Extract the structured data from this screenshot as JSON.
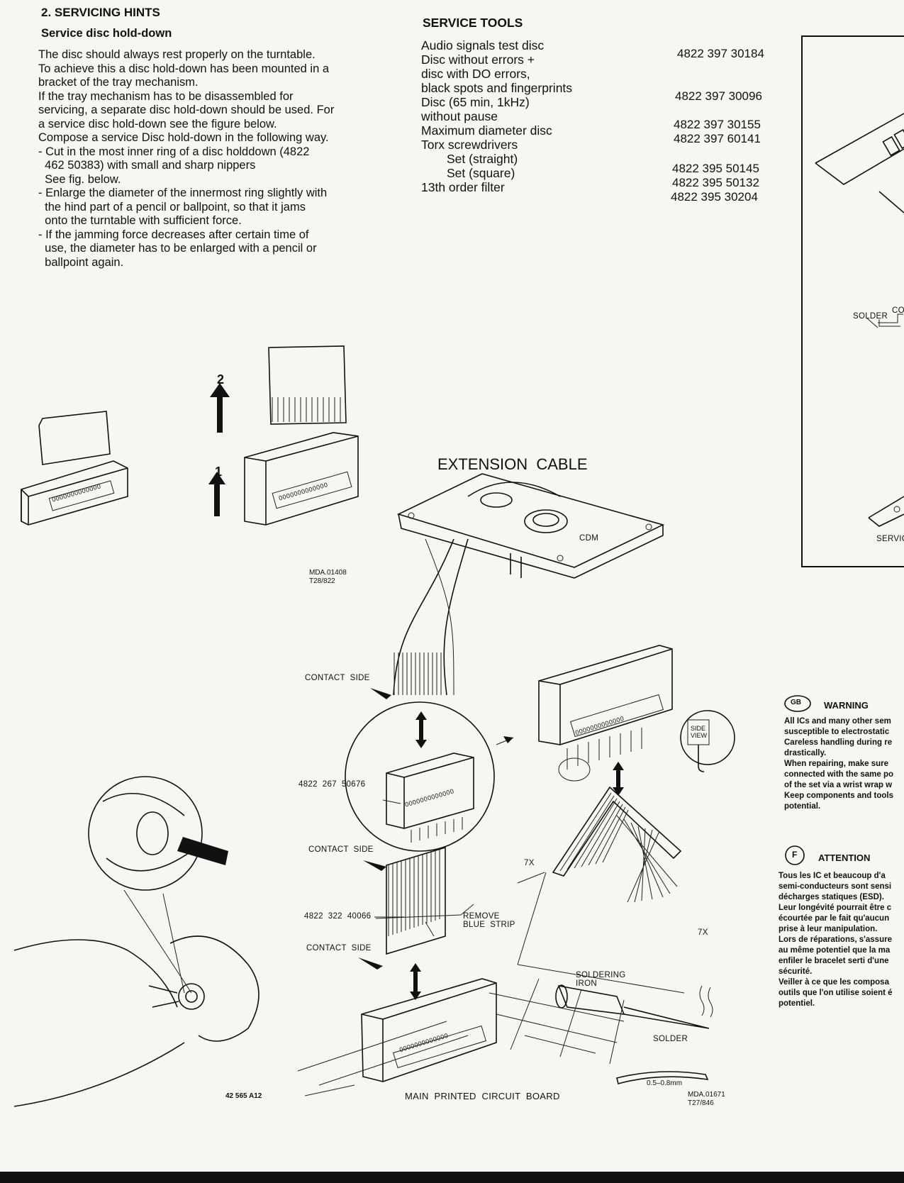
{
  "section_title": "2. SERVICING HINTS",
  "subtitle": "Service disc hold-down",
  "paragraph_lines": [
    "The disc should always rest properly on the turntable.",
    "To achieve this a disc hold-down has been mounted in a",
    "bracket of the tray mechanism.",
    "If the tray mechanism has to be disassembled for",
    "servicing, a separate disc hold-down should be used. For",
    "a service disc hold-down see the figure below.",
    "Compose a service Disc hold-down in the following way.",
    "- Cut in the most inner ring of a disc holddown (4822",
    "  462 50383) with small and sharp nippers",
    "  See fig. below.",
    "- Enlarge the diameter of the innermost ring slightly with",
    "  the hind part of a pencil or ballpoint, so that it jams",
    "  onto the turntable with sufficient force.",
    "- If the jamming force decreases after certain time of",
    "  use, the diameter has to be enlarged with a pencil or",
    "  ballpoint again."
  ],
  "service_tools": {
    "title": "SERVICE TOOLS",
    "items": [
      "Audio signals test disc",
      "Disc without errors +",
      "disc with DO errors,",
      "black spots and fingerprints",
      "Disc (65 min, 1kHz)",
      "without pause",
      "Maximum diameter disc",
      "Torx screwdrivers",
      "Set (straight)",
      "Set (square)",
      "13th order filter"
    ],
    "part_numbers": [
      "4822 397 30184",
      "4822 397 30096",
      "4822 397 30155",
      "4822 397 60141",
      "4822 395 50145",
      "4822 395 50132",
      "4822 395 30204"
    ]
  },
  "figure_labels": {
    "arrow_2": "2",
    "arrow_1": "1",
    "extension_cable": "EXTENSION  CABLE",
    "cdm": "CDM",
    "mda_top_1": "MDA.01408",
    "mda_top_2": "T28/822",
    "contact_side_1": "CONTACT  SIDE",
    "part_connector": "4822  267  50676",
    "contact_side_2": "CONTACT  SIDE",
    "part_cable": "4822  322  40066",
    "remove_1": "REMOVE",
    "remove_2": "BLUE  STRIP",
    "contact_side_3": "CONTACT  SIDE",
    "seven_x_1": "7X",
    "seven_x_2": "7X",
    "side_view_1": "SIDE",
    "side_view_2": "VIEW",
    "soldering_1": "SOLDERING",
    "soldering_2": "IRON",
    "solder": "SOLDER",
    "solder_size": "0.5–0.8mm",
    "main_pcb": "MAIN  PRINTED  CIRCUIT  BOARD",
    "doc_number": "42 565 A12",
    "mda_bottom_1": "MDA.01671",
    "mda_bottom_2": "T27/846",
    "pin_numbers": "0000000000000"
  },
  "right_panel": {
    "solder": "SOLDER",
    "co": "CO",
    "service": "SERVIC"
  },
  "warning": {
    "badge": "GB",
    "title": "WARNING",
    "lines": [
      "All ICs and many other sem",
      "susceptible to electrostatic",
      "Careless handling during re",
      "drastically.",
      "When repairing, make sure",
      "connected with the same po",
      "of the set via a wrist wrap w",
      "Keep components and tools",
      "potential."
    ]
  },
  "attention": {
    "badge": "F",
    "title": "ATTENTION",
    "lines": [
      "Tous les IC et beaucoup d'a",
      "semi-conducteurs sont sensi",
      "décharges statiques (ESD).",
      "Leur longévité pourrait être c",
      "écourtée par le fait qu'aucun",
      "prise à leur manipulation.",
      "Lors de réparations, s'assure",
      "au même potentiel que la ma",
      "enfiler le bracelet serti d'une",
      "sécurité.",
      "Veiller à ce que les composa",
      "outils que l'on utilise soient é",
      "potentiel."
    ]
  }
}
